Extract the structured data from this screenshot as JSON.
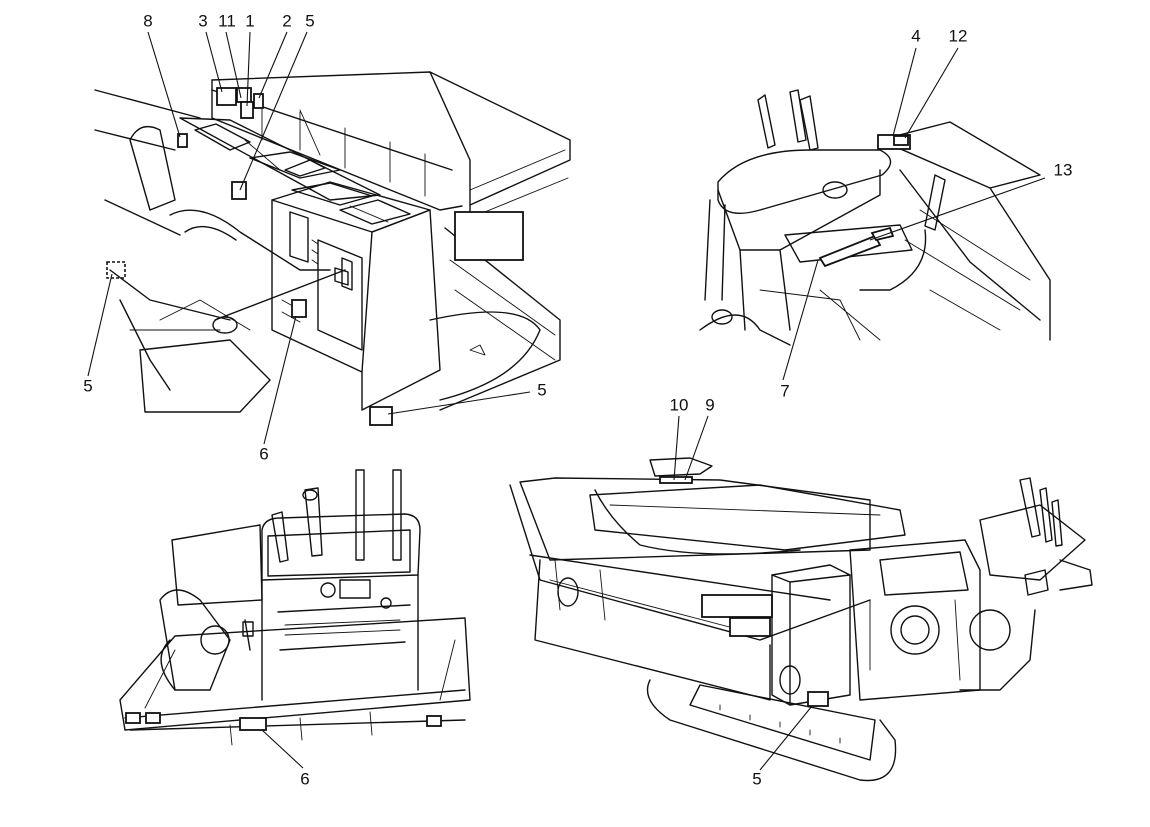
{
  "callouts": {
    "v1": [
      "8",
      "3",
      "11",
      "1",
      "2",
      "5",
      "5",
      "5",
      "6"
    ],
    "v2": [
      "4",
      "12",
      "13",
      "7"
    ],
    "v3": [
      "6"
    ],
    "v4": [
      "10",
      "9",
      "5"
    ]
  },
  "colors": {
    "line": "#111111",
    "background": "#ffffff"
  }
}
